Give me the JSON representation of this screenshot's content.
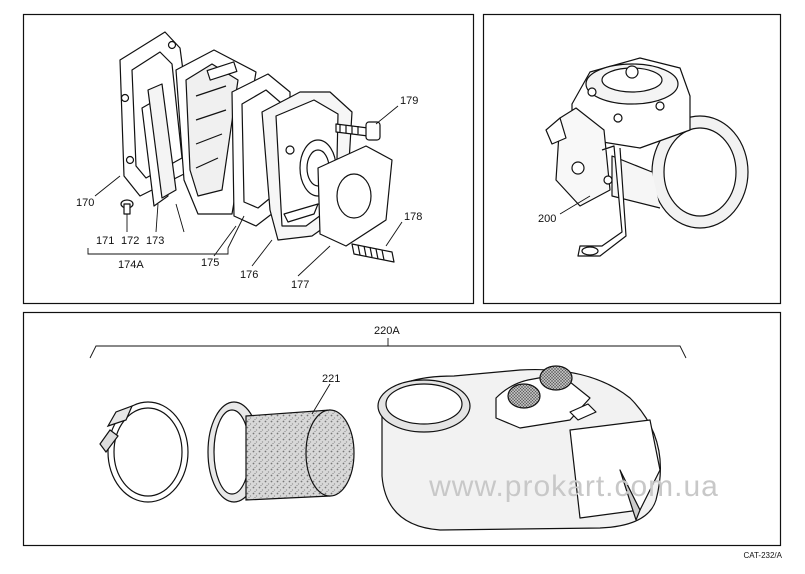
{
  "labels": {
    "p170": "170",
    "p171": "171",
    "p172": "172",
    "p173": "173",
    "p174a": "174A",
    "p175": "175",
    "p176": "176",
    "p177": "177",
    "p178": "178",
    "p179": "179",
    "p200": "200",
    "p220a": "220A",
    "p221": "221"
  },
  "watermark": "www.prokart.com.ua",
  "catalog_code": "CAT-232/A"
}
